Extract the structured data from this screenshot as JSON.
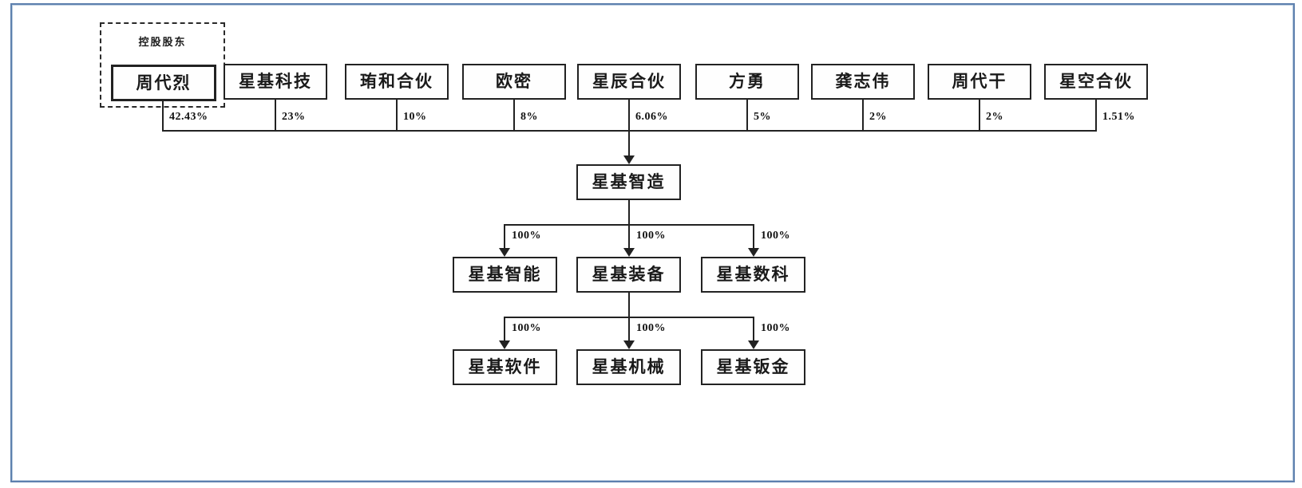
{
  "frame": {
    "border_color": "#5d80ae",
    "background": "#ffffff"
  },
  "diagram": {
    "line_color": "#222222",
    "controlling_shareholder_label": "控股股东",
    "shareholders": [
      {
        "name": "周代烈",
        "percent": "42.43%"
      },
      {
        "name": "星基科技",
        "percent": "23%"
      },
      {
        "name": "珛和合伙",
        "percent": "10%"
      },
      {
        "name": "欧密",
        "percent": "8%"
      },
      {
        "name": "星辰合伙",
        "percent": "6.06%"
      },
      {
        "name": "方勇",
        "percent": "5%"
      },
      {
        "name": "龚志伟",
        "percent": "2%"
      },
      {
        "name": "周代干",
        "percent": "2%"
      },
      {
        "name": "星空合伙",
        "percent": "1.51%"
      }
    ],
    "parent_company": {
      "name": "星基智造"
    },
    "tier2": [
      {
        "name": "星基智能",
        "percent": "100%"
      },
      {
        "name": "星基装备",
        "percent": "100%"
      },
      {
        "name": "星基数科",
        "percent": "100%"
      }
    ],
    "tier3": [
      {
        "name": "星基软件",
        "percent": "100%"
      },
      {
        "name": "星基机械",
        "percent": "100%"
      },
      {
        "name": "星基钣金",
        "percent": "100%"
      }
    ]
  }
}
